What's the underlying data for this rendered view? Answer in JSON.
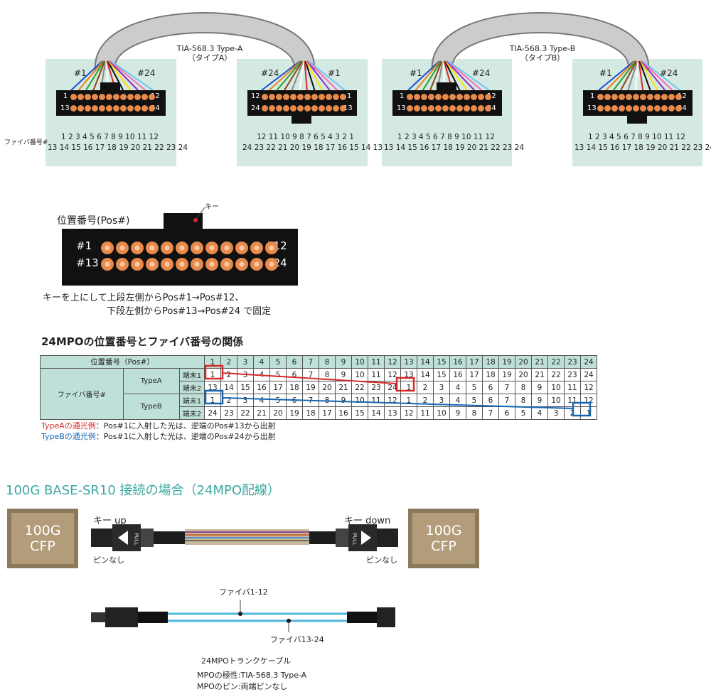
{
  "top": {
    "type_a_title": "TIA-568.3 Type-A",
    "type_a_sub": "（タイプA）",
    "type_b_title": "TIA-568.3 Type-B",
    "type_b_sub": "（タイプB）",
    "fiber_label": "ファイバ番号#",
    "hash1": "#1",
    "hash24": "#24",
    "pin_1": "1",
    "pin_12": "12",
    "pin_13": "13",
    "pin_24": "24",
    "row1_fwd": "1 2 3 4 5 6 7 8 9 10 11 12",
    "row2_fwd": "13 14 15 16 17 18 19 20 21 22 23 24",
    "row1_rev": "12 11 10 9 8 7 6 5 4 3 2 1",
    "row2_rev": "24 23 22 21 20 19 18 17 16 15 14 13"
  },
  "position": {
    "title": "位置番号(Pos#)",
    "key_label": "キー",
    "p1": "#1",
    "p12": "#12",
    "p13": "#13",
    "p24": "#24",
    "desc1": "キーを上にして上段左側からPos#1→Pos#12、",
    "desc2": "下段左側からPos#13→Pos#24 で固定"
  },
  "table": {
    "heading": "24MPOの位置番号とファイバ番号の関係",
    "pos_header": "位置番号（Pos#）",
    "fiber_header": "ファイバ番号#",
    "typeA": "TypeA",
    "typeB": "TypeB",
    "end1": "端末1",
    "end2": "端末2",
    "cols": [
      "1",
      "2",
      "3",
      "4",
      "5",
      "6",
      "7",
      "8",
      "9",
      "10",
      "11",
      "12",
      "13",
      "14",
      "15",
      "16",
      "17",
      "18",
      "19",
      "20",
      "21",
      "22",
      "23",
      "24"
    ],
    "a1": [
      "1",
      "2",
      "3",
      "4",
      "5",
      "6",
      "7",
      "8",
      "9",
      "10",
      "11",
      "12",
      "13",
      "14",
      "15",
      "16",
      "17",
      "18",
      "19",
      "20",
      "21",
      "22",
      "23",
      "24"
    ],
    "a2": [
      "13",
      "14",
      "15",
      "16",
      "17",
      "18",
      "19",
      "20",
      "21",
      "22",
      "23",
      "24",
      "1",
      "2",
      "3",
      "4",
      "5",
      "6",
      "7",
      "8",
      "9",
      "10",
      "11",
      "12"
    ],
    "b1": [
      "1",
      "2",
      "3",
      "4",
      "5",
      "6",
      "7",
      "8",
      "9",
      "10",
      "11",
      "12",
      "1",
      "2",
      "3",
      "4",
      "5",
      "6",
      "7",
      "8",
      "9",
      "10",
      "11",
      "12"
    ],
    "b2": [
      "24",
      "23",
      "22",
      "21",
      "20",
      "19",
      "18",
      "17",
      "16",
      "15",
      "14",
      "13",
      "12",
      "11",
      "10",
      "9",
      "8",
      "7",
      "6",
      "5",
      "4",
      "3",
      "2",
      "1"
    ],
    "noteA_label": "TypeAの通光例",
    "noteA_text": "：Pos#1に入射した光は、逆端のPos#13から出射",
    "noteB_label": "TypeBの通光例",
    "noteB_text": "：Pos#1に入射した光は、逆端のPos#24から出射",
    "colors": {
      "red": "#d52b2b",
      "blue": "#1466b2",
      "teal": "#bfe0d8"
    }
  },
  "bottom": {
    "heading": "100G BASE-SR10 接続の場合（24MPO配線）",
    "cfp_line1": "100G",
    "cfp_line2": "CFP",
    "key_up": "キー up",
    "key_down": "キー down",
    "no_pin": "ピンなし",
    "pull": "PULL",
    "fiber_1_12": "ファイバ1-12",
    "fiber_13_24": "ファイバ13-24",
    "trunk": "24MPOトランクケーブル",
    "polarity": "MPOの極性:TIA-568.3 Type-A",
    "pin_note": "MPOのピン:両端ピンなし",
    "heading_color": "#3aa7a0"
  }
}
